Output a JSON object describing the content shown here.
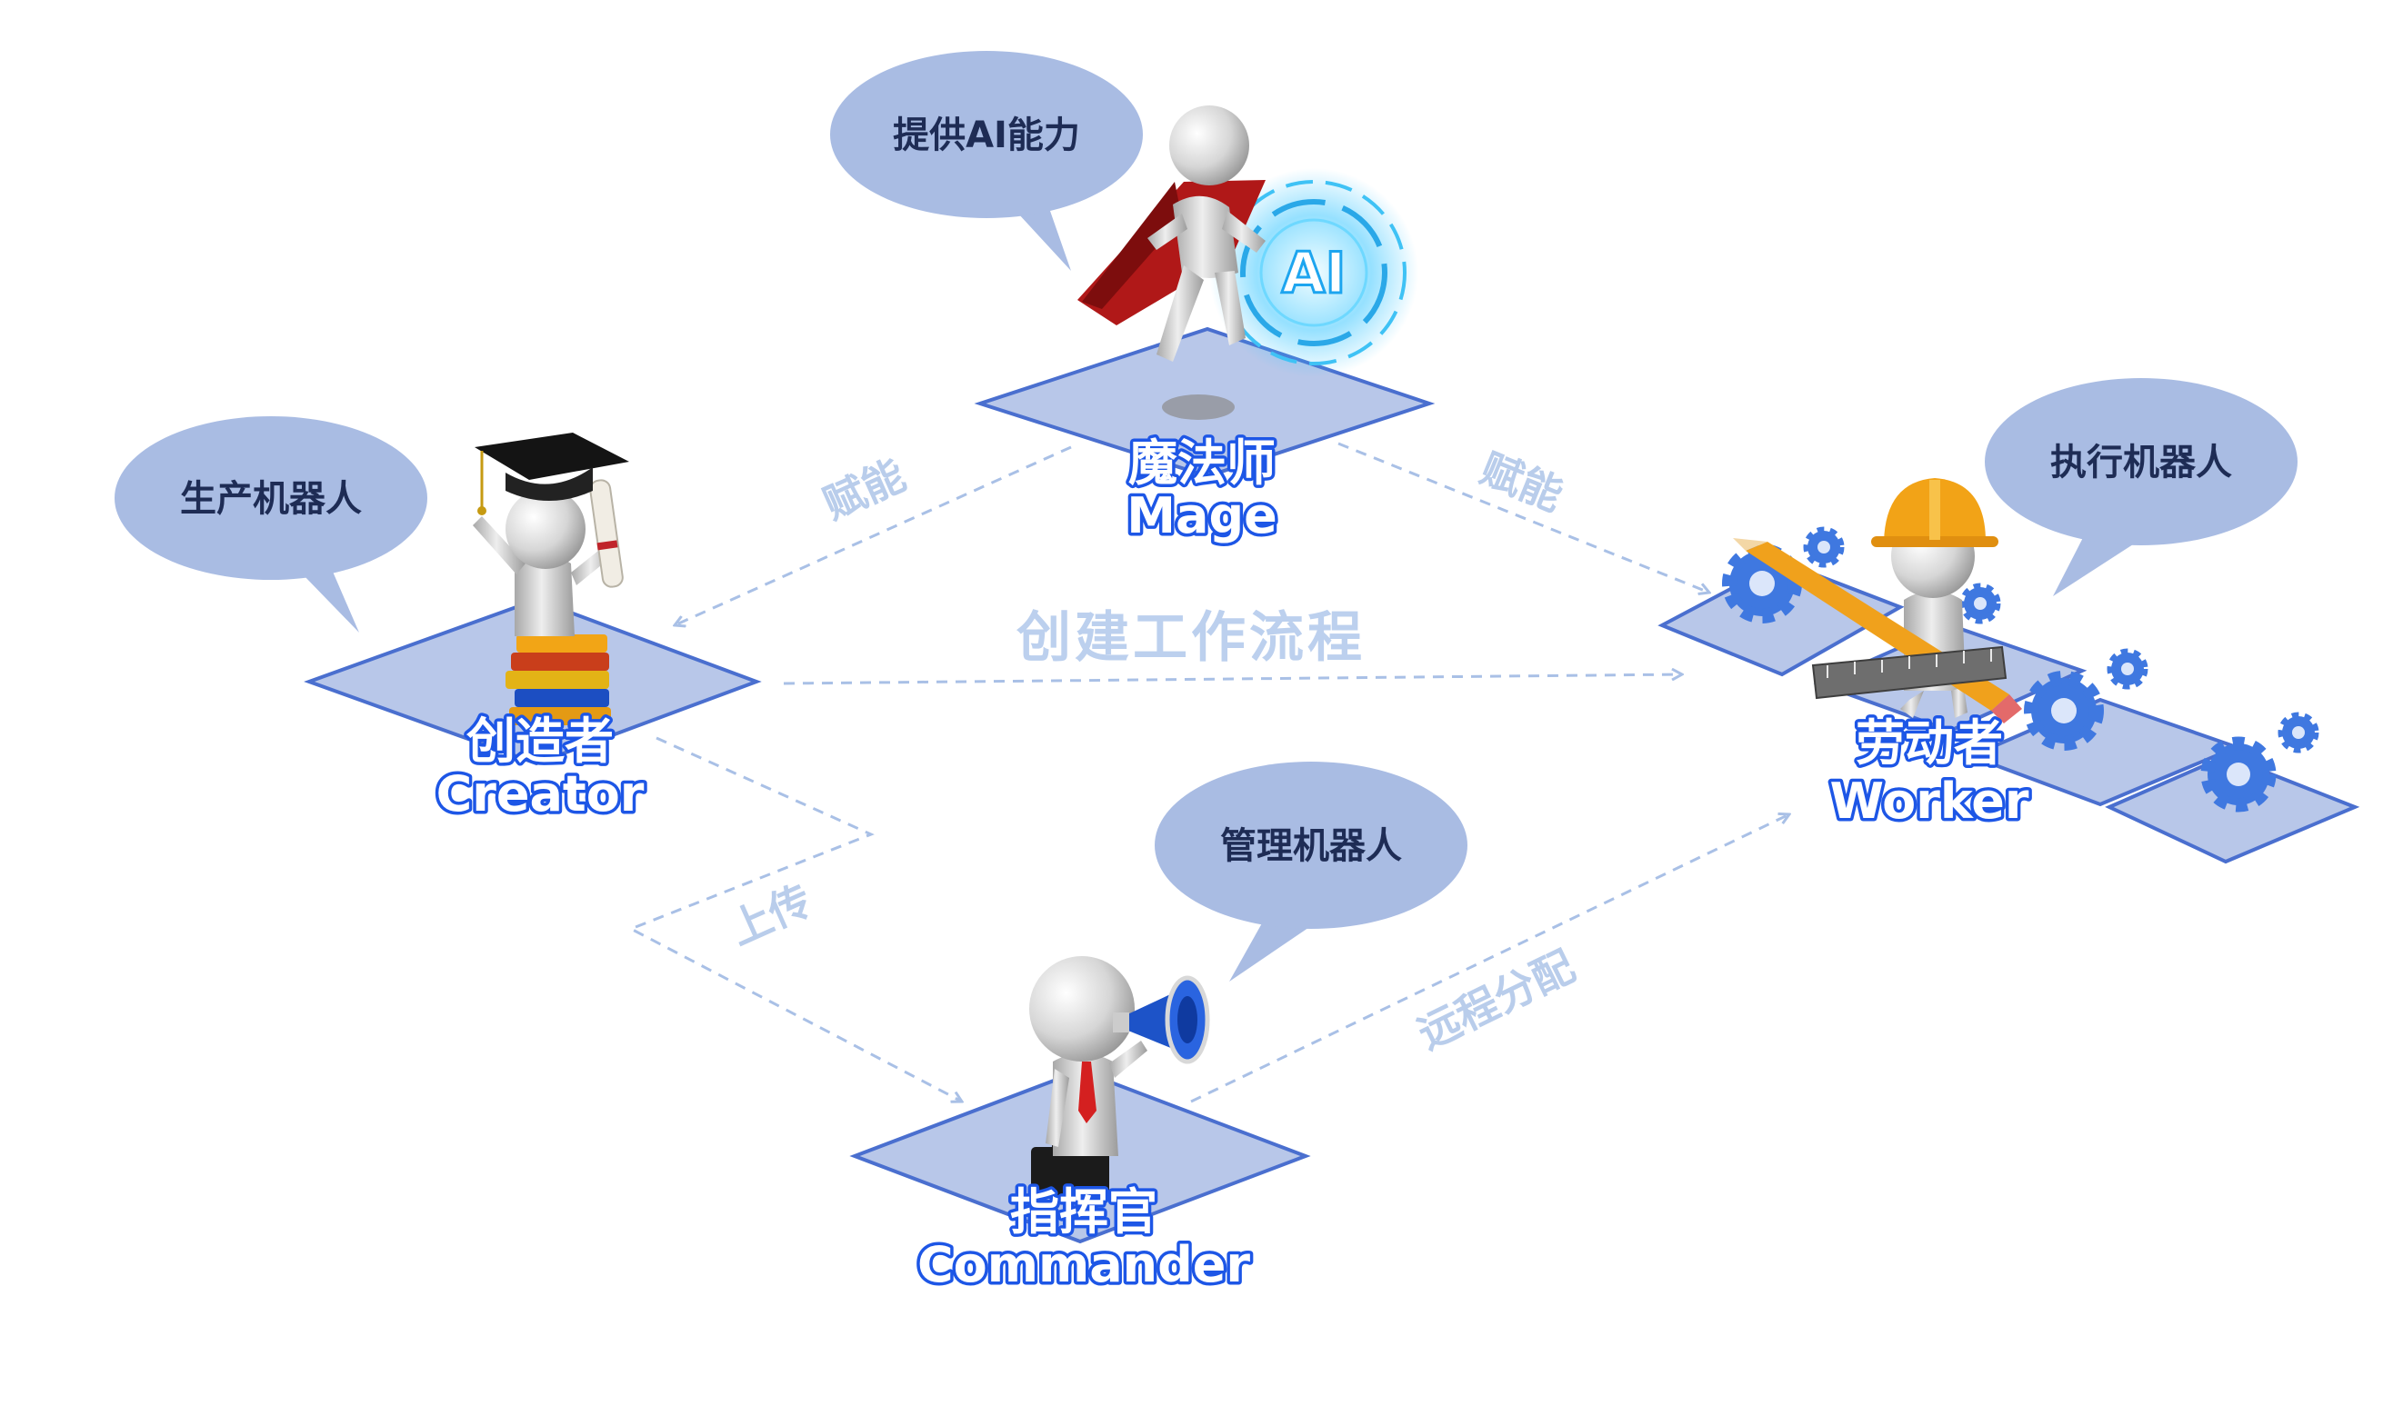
{
  "bubbles": {
    "mage": "提供AI能力",
    "creator": "生产机器人",
    "worker": "执行机器人",
    "commander": "管理机器人"
  },
  "roles": {
    "mage": {
      "cn": "魔法师",
      "en": "Mage"
    },
    "creator": {
      "cn": "创造者",
      "en": "Creator"
    },
    "worker": {
      "cn": "劳动者",
      "en": "Worker"
    },
    "commander": {
      "cn": "指挥官",
      "en": "Commander"
    }
  },
  "arrows": {
    "mage_to_creator": "赋能",
    "mage_to_worker": "赋能",
    "creator_to_worker": "创建工作流程",
    "creator_to_commander": "上传",
    "commander_to_worker": "远程分配"
  },
  "mage_badge": "AI",
  "colors": {
    "platform_fill": "#b8c7e9",
    "platform_stroke": "#4a6fcf",
    "bubble_fill": "#a9bce3",
    "arrow_color": "#a9c0e6",
    "label_glow": "#1d56e6",
    "cape": "#b01818",
    "gear": "#3f78e0",
    "helmet": "#f2a317"
  },
  "icons": [
    "graduation-cap-icon",
    "diploma-icon",
    "book-stack-icon",
    "cape-icon",
    "ai-hologram-icon",
    "megaphone-icon",
    "briefcase-icon",
    "hard-hat-icon",
    "pencil-icon",
    "ruler-icon",
    "gear-icon"
  ]
}
